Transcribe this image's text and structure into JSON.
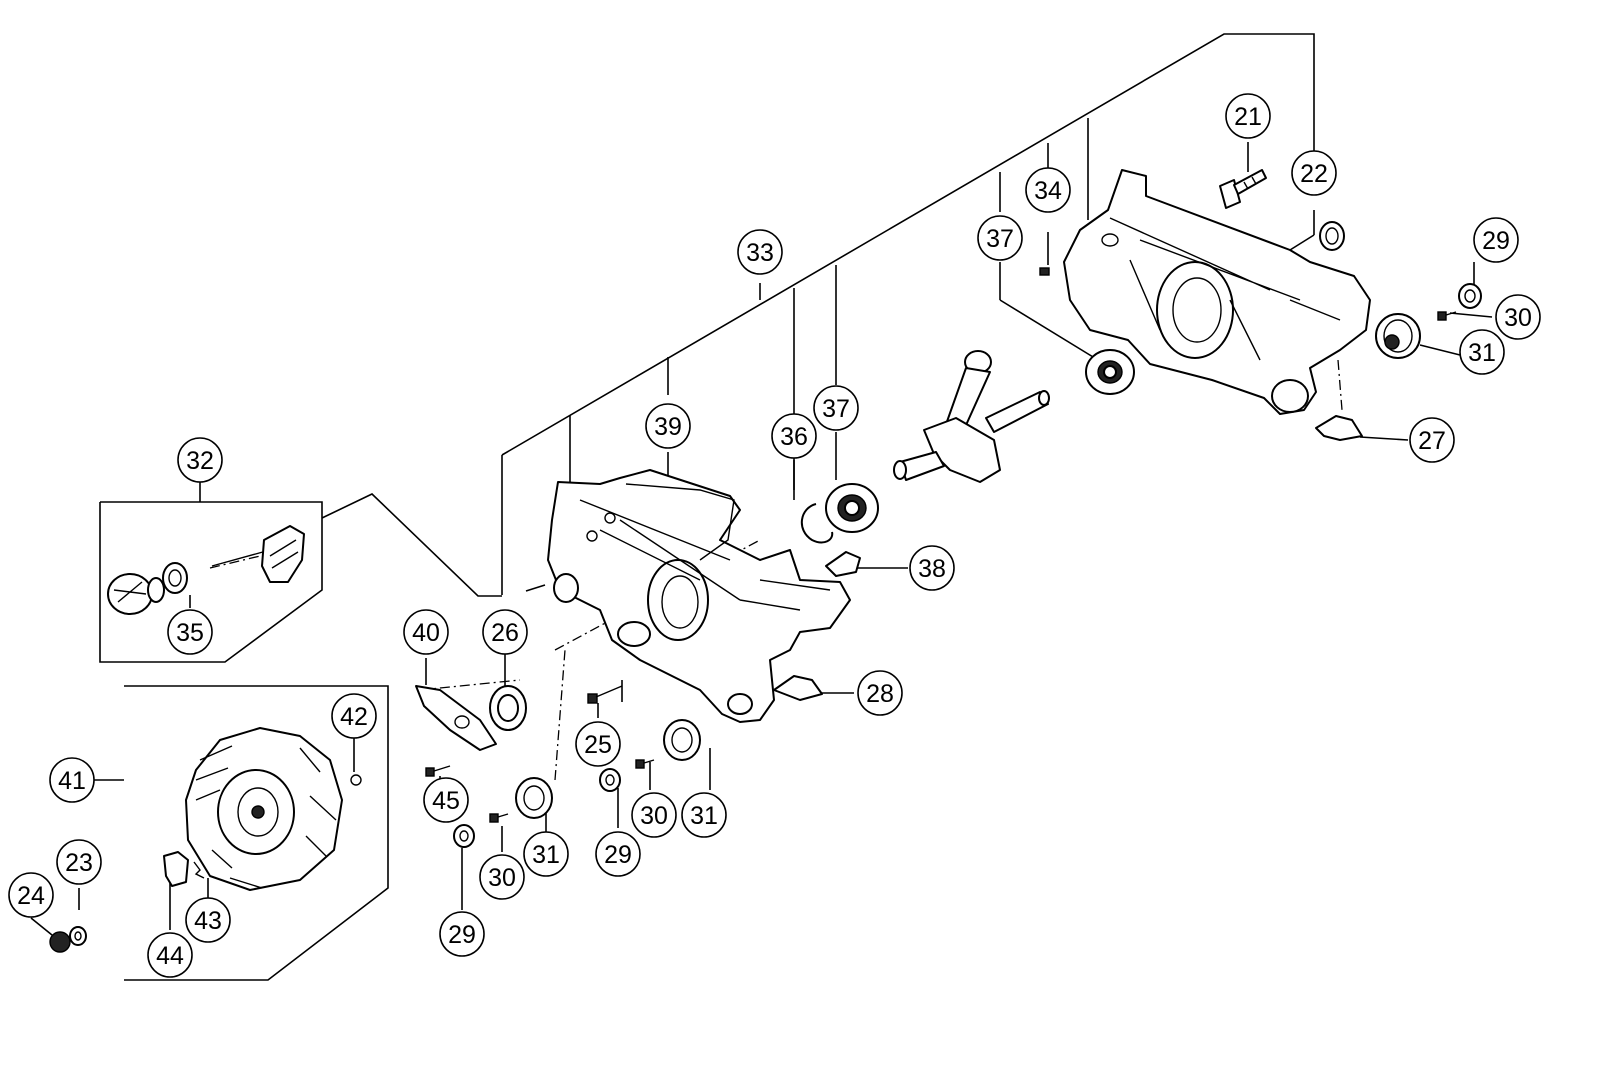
{
  "callouts": [
    {
      "label": "21"
    },
    {
      "label": "22"
    },
    {
      "label": "29"
    },
    {
      "label": "30"
    },
    {
      "label": "31"
    },
    {
      "label": "27"
    },
    {
      "label": "34"
    },
    {
      "label": "37"
    },
    {
      "label": "33"
    },
    {
      "label": "37"
    },
    {
      "label": "39"
    },
    {
      "label": "36"
    },
    {
      "label": "38"
    },
    {
      "label": "32"
    },
    {
      "label": "35"
    },
    {
      "label": "40"
    },
    {
      "label": "26"
    },
    {
      "label": "28"
    },
    {
      "label": "25"
    },
    {
      "label": "42"
    },
    {
      "label": "41"
    },
    {
      "label": "45"
    },
    {
      "label": "30"
    },
    {
      "label": "31"
    },
    {
      "label": "29"
    },
    {
      "label": "30"
    },
    {
      "label": "31"
    },
    {
      "label": "29"
    },
    {
      "label": "23"
    },
    {
      "label": "24"
    },
    {
      "label": "43"
    },
    {
      "label": "44"
    }
  ]
}
